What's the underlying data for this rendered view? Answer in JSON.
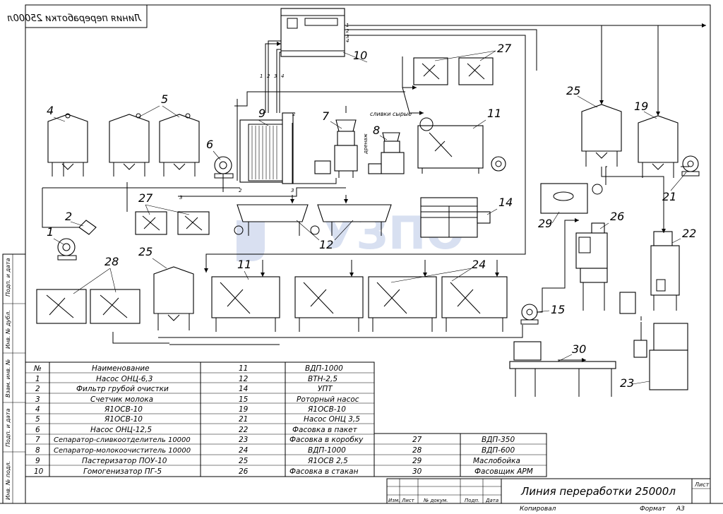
{
  "header_stamp": "Линия переработки 25000л",
  "watermark": "УЗПО",
  "flow_label_cream": "сливки сырые",
  "flow_label_drain": "дренаж",
  "equipment_numbers": [
    "1",
    "2",
    "4",
    "5",
    "6",
    "7",
    "8",
    "9",
    "10",
    "11",
    "11",
    "12",
    "14",
    "15",
    "19",
    "21",
    "22",
    "23",
    "24",
    "25",
    "25",
    "26",
    "27",
    "27",
    "28",
    "29",
    "30"
  ],
  "pipe_labels": [
    "1",
    "2",
    "3",
    "4",
    "1",
    "2",
    "3",
    "4",
    "2",
    "3",
    "2",
    "3"
  ],
  "side_labels": [
    "Подп. и дата",
    "Инв. № дубл.",
    "Взам. инв. №",
    "Подп. и дата",
    "Инв. № подл."
  ],
  "spec_table": {
    "headers": [
      "№",
      "Наименование",
      "11",
      "ВДП-1000"
    ],
    "rows": [
      [
        "1",
        "Насос ОНЦ-6,3",
        "12",
        "ВТН-2,5",
        "",
        ""
      ],
      [
        "2",
        "Фильтр грубой очистки",
        "14",
        "УПТ",
        "",
        ""
      ],
      [
        "3",
        "Счетчик молока",
        "15",
        "Роторный насос",
        "",
        ""
      ],
      [
        "4",
        "Я1ОСВ-10",
        "19",
        "Я1ОСВ-10",
        "",
        ""
      ],
      [
        "5",
        "Я1ОСВ-10",
        "21",
        "Насос ОНЦ 3,5",
        "",
        ""
      ],
      [
        "6",
        "Насос ОНЦ-12,5",
        "22",
        "Фасовка в пакет",
        "",
        ""
      ],
      [
        "7",
        "Сепаратор-сливкоотделитель 10000",
        "23",
        "Фасовка в коробку",
        "27",
        "ВДП-350"
      ],
      [
        "8",
        "Сепаратор-молокоочиститель 10000",
        "24",
        "ВДП-1000",
        "28",
        "ВДП-600"
      ],
      [
        "9",
        "Пастеризатор ПОУ-10",
        "25",
        "Я1ОСВ 2,5",
        "29",
        "Маслобойка"
      ],
      [
        "10",
        "Гомогенизатор ПГ-5",
        "26",
        "Фасовка в стакан",
        "30",
        "Фасовщик АРМ"
      ]
    ]
  },
  "title_block": {
    "title": "Линия переработки 25000л",
    "sheet": "Лист",
    "cols": [
      "Изм.",
      "Лист",
      "№ докум.",
      "Подп.",
      "Дата"
    ],
    "copied": "Копировал",
    "format": "Формат",
    "format_value": "А3"
  }
}
